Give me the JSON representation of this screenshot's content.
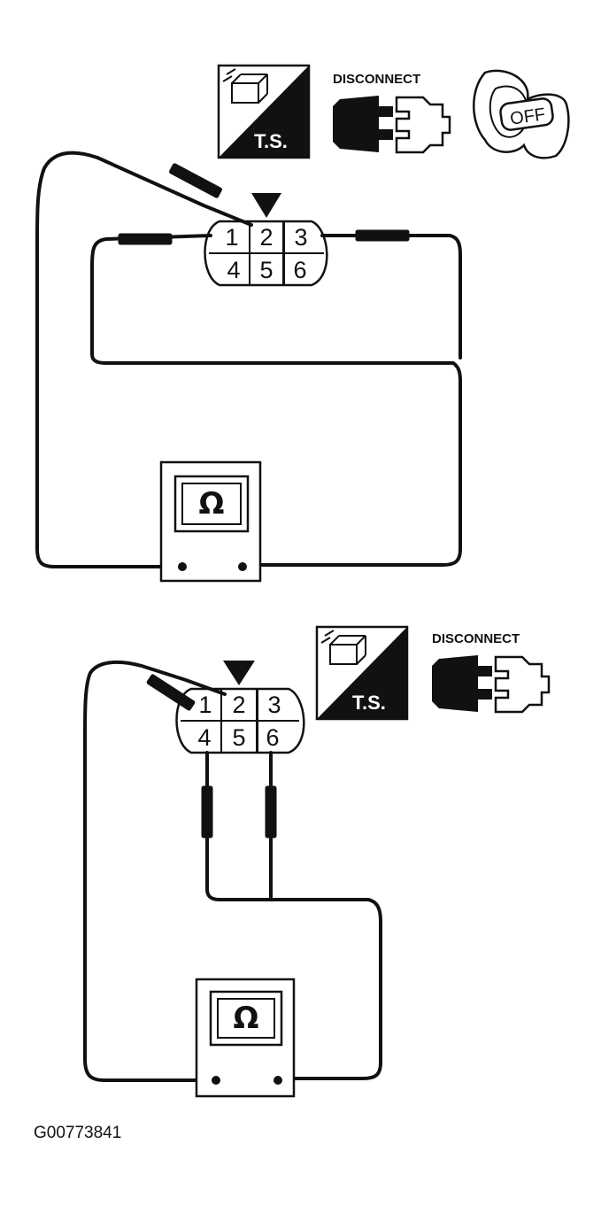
{
  "figure_id": "G00773841",
  "icons": {
    "ts_label": "T.S.",
    "disconnect_label": "DISCONNECT",
    "ignition_label": "OFF"
  },
  "connector_pins": [
    "1",
    "2",
    "3",
    "4",
    "5",
    "6"
  ],
  "meter_symbol": "Ω",
  "panels": [
    {
      "name": "top",
      "tested_pins": [
        "2",
        "1",
        "3"
      ],
      "icons": [
        "ts-icon",
        "disconnect-icon",
        "ignition-off-icon"
      ]
    },
    {
      "name": "bottom",
      "tested_pins": [
        "2",
        "4",
        "6"
      ],
      "icons": [
        "ts-icon",
        "disconnect-icon"
      ]
    }
  ]
}
